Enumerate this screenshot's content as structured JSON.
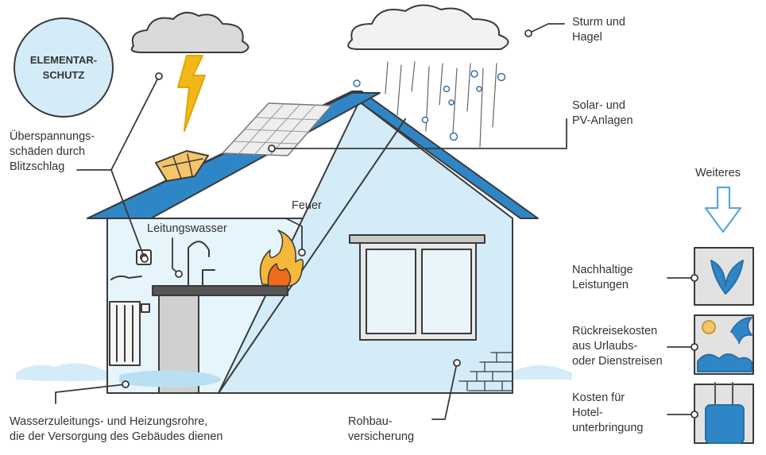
{
  "badge": {
    "text": "ELEMENTAR-\nSCHUTZ"
  },
  "labels": {
    "sturm": "Sturm und\nHagel",
    "solar": "Solar- und\nPV-Anlagen",
    "ueberspannung": "Überspannungs-\nschäden durch\nBlitzschlag",
    "leitungswasser": "Leitungswasser",
    "feuer": "Feuer",
    "weiteres": "Weiteres",
    "nachhaltig": "Nachhaltige\nLeistungen",
    "rueckreise": "Rückreisekosten\naus Urlaubs-\noder Dienstreisen",
    "hotel": "Kosten für\nHotel-\nunterbringung",
    "wasserzuleitung": "Wasserzuleitungs- und Heizungsrohre,\ndie der Versorgung des Gebäudes dienen",
    "rohbau": "Rohbau-\nversicherung"
  },
  "colors": {
    "roof": "#2f86c6",
    "wall": "#d4ecf7",
    "wall_front": "#e6f4fb",
    "outline": "#3a3a3a",
    "lightning": "#f2b817",
    "fire": "#f06a1e",
    "card": "#e2e2e2"
  },
  "icons": {
    "cloud_storm": "storm-cloud-icon",
    "cloud_hail": "hail-cloud-icon",
    "lightning": "lightning-bolt-icon",
    "solar": "solar-panel-icon",
    "fire": "flame-icon",
    "faucet": "faucet-icon",
    "socket": "power-socket-icon",
    "arrow": "arrow-down-icon",
    "leaves": "leaves-icon",
    "beach": "beach-waves-icon",
    "suitcase": "suitcase-icon"
  }
}
